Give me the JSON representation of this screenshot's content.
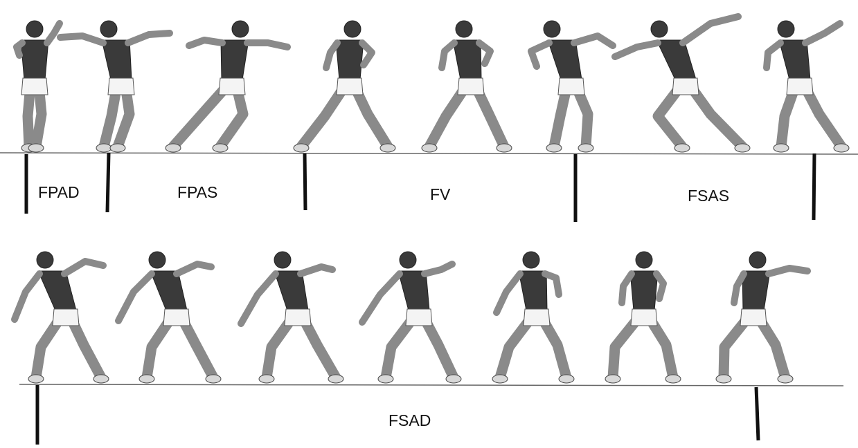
{
  "diagram": {
    "rows": [
      {
        "id": "row-1",
        "athlete_frames": 8,
        "phases": [
          {
            "label": "FPAD"
          },
          {
            "label": "FPAS"
          },
          {
            "label": "FV"
          },
          {
            "label": "FSAS"
          }
        ]
      },
      {
        "id": "row-2",
        "athlete_frames": 7,
        "phases": [
          {
            "label": "FSAD"
          }
        ]
      }
    ]
  },
  "colors": {
    "background": "#ffffff",
    "ground_line": "#555555",
    "marker": "#111111",
    "figure_dark": "#3a3a3a",
    "figure_mid": "#8a8a8a",
    "figure_light": "#d8d8d8",
    "shorts": "#f4f4f4"
  }
}
